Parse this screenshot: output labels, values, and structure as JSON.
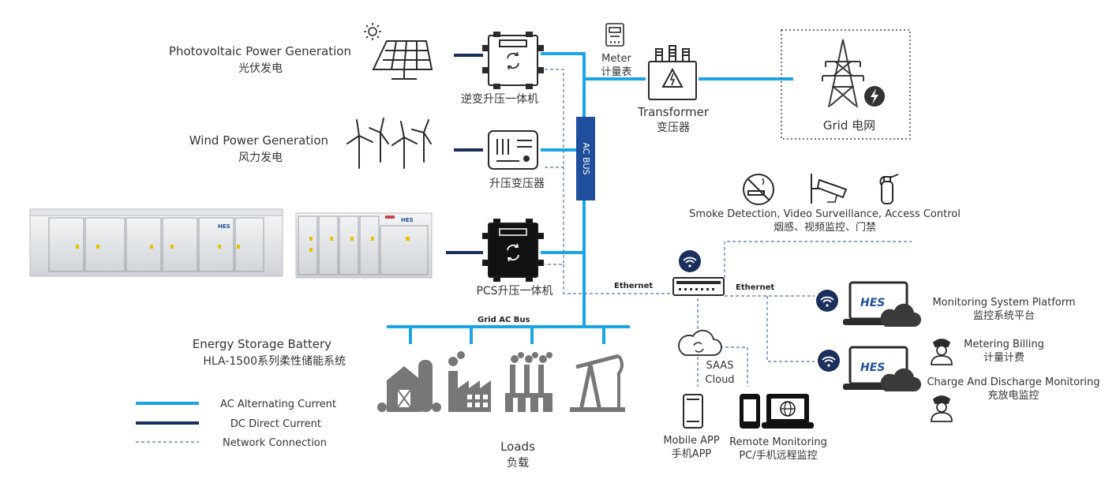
{
  "sources": {
    "pv": {
      "en": "Photovoltaic Power Generation",
      "cn": "光伏发电"
    },
    "wind": {
      "en": "Wind Power Generation",
      "cn": "风力发电"
    },
    "battery": {
      "en": "Energy Storage Battery",
      "cn": "HLA-1500系列柔性储能系统"
    }
  },
  "devices": {
    "inverter": "逆变升压一体机",
    "booster": "升压变压器",
    "pcs": "PCS升压一体机",
    "meter": {
      "en": "Meter",
      "cn": "计量表"
    },
    "transformer": {
      "en": "Transformer",
      "cn": "变压器"
    },
    "grid": "Grid 电网",
    "ac_bus": "AC BUS",
    "grid_ac_bus": "Grid AC Bus",
    "loads": {
      "en": "Loads",
      "cn": "负载"
    }
  },
  "network": {
    "ethernet_left": "Ethernet",
    "ethernet_right": "Ethernet",
    "security": {
      "en": "Smoke Detection, Video Surveillance, Access Control",
      "cn": "烟感、视频监控、门禁"
    },
    "saas": {
      "line1": "SAAS",
      "line2": "Cloud"
    },
    "mobile": {
      "en": "Mobile APP",
      "cn": "手机APP"
    },
    "remote": {
      "en": "Remote Monitoring",
      "cn": "PC/手机远程监控"
    },
    "monitor_platform": {
      "en": "Monitoring System Platform",
      "cn": "监控系统平台"
    },
    "billing": {
      "en": "Metering Billing",
      "cn": "计量计费"
    },
    "charge": {
      "en": "Charge And Discharge Monitoring",
      "cn": "充放电监控"
    },
    "brand": "HES",
    "battery_brand": "HES"
  },
  "legend": {
    "ac": "AC Alternating Current",
    "dc": "DC Direct Current",
    "net": "Network Connection"
  },
  "colors": {
    "ac": "#1aa5e6",
    "dc": "#1b2f5c",
    "net": "#4a74b8",
    "bus": "#1f4e9c",
    "icon": "#2b2b2b",
    "brand": "#1f4e9c"
  }
}
